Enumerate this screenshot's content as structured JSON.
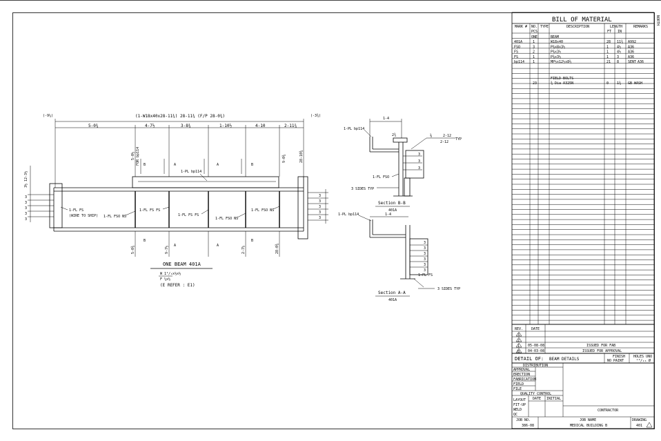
{
  "edge_mark": "NORTH",
  "beam": {
    "end_left": "(-9¼)",
    "end_right": "(-3¾)",
    "overall": "(1-W18x40x28-11¾)  28-11¾  (F/P 28-0¾)",
    "spacing": [
      "5-0¾",
      "4-7½",
      "3-8¾",
      "1-10½",
      "4-10",
      "2-11¾"
    ],
    "left_dims": "3½  12-3½",
    "top_plate": "1-PL bp114",
    "top_vert_dims": [
      "5-0½",
      "9-0¾",
      "28-10¾"
    ],
    "bottom_vert_dims": [
      "5-0¾",
      "9-7½",
      "2-7½",
      "28-0¾"
    ],
    "vert_for": "FOR bp114",
    "label_fs_ship": "1-FL FS",
    "label_wire": "(WIRE TO SHIP)",
    "label_fso_ns": "1-FL FSO NS",
    "label_fs_fs": "1-FL FS FS",
    "label_fso_fs": "1-FL FSO FS",
    "section_mark_a": "A",
    "section_mark_b": "B",
    "bolts_left": [
      "3",
      "3",
      "3",
      "3",
      "3"
    ],
    "bolts_right": [
      "3",
      "3",
      "3",
      "3",
      "3"
    ],
    "title": "ONE BEAM 401A",
    "sub1": "W 1²/₃x½x½",
    "sub2": "F ¼x½",
    "refer": "(E REFER : E1)"
  },
  "section_bb": {
    "title": "Section B-B",
    "mark": "401A",
    "plate": "1-PL bp114",
    "dim_top": "1-4",
    "dim_small": "2¾",
    "weld_a": "2-12",
    "weld_b": "2-12",
    "weld_typ": "TYP",
    "weld_size": "⅜",
    "fl": "1-FL FSO",
    "sides": "3 SIDES TYP",
    "bolts": [
      "3",
      "3",
      "3"
    ]
  },
  "section_aa": {
    "title": "Section A-A",
    "mark": "401A",
    "plate": "1-PL bp114",
    "dim_top": "1-4",
    "fl": "1-FL FS",
    "sides": "3 SIDES TYP",
    "bolts": [
      "3",
      "3",
      "3",
      "3",
      "3",
      "3"
    ]
  },
  "bom": {
    "title": "BILL OF MATERIAL",
    "col_headers": [
      "MARK #",
      "NO.",
      "TYPE",
      "DESCRIPTION",
      "LENGTH",
      "REMARKS"
    ],
    "subheaders": [
      "PCS",
      "FT",
      "IN"
    ],
    "subheader2": [
      "ONE",
      "BEAM"
    ],
    "rows": [
      [
        "401A",
        "1",
        "",
        "W18x40",
        "28",
        "11¾",
        "A992"
      ],
      [
        "FSO",
        "3",
        "",
        "P⅜x8x3½",
        "1",
        "4½",
        "A36"
      ],
      [
        "FS",
        "2",
        "",
        "P⅜x3½",
        "1",
        "4½",
        "A36"
      ],
      [
        "FS",
        "1",
        "",
        "P⅜x3½",
        "1",
        "3",
        "A36"
      ],
      [
        "bp114",
        "1",
        "",
        "MP½x12½x8⅔",
        "21",
        "8",
        "SENT",
        "A36"
      ]
    ],
    "field_label": "FIELD BOLTS",
    "field_row": [
      "",
      "23",
      "",
      "¾ Dia A325N",
      "0",
      "1¾",
      "GB WASH"
    ]
  },
  "revisions": {
    "headers": [
      "REV.",
      "DATE"
    ],
    "rows": [
      [
        "05-08-08",
        "ISSUED FOR FAB"
      ],
      [
        "04-03-08",
        "ISSUED FOR APPROVAL"
      ]
    ]
  },
  "detail_of_label": "DETAIL OF:",
  "detail_of_value": "BEAM DETAILS",
  "finish_label": "FINISH",
  "finish_value": "NO PAINT",
  "holes_label": "HOLES UNO",
  "holes_value": "¹³/₁₆ Ø",
  "distribution_title": "DISTRIBUTION",
  "distribution": [
    "APPROVAL",
    "ERECTION",
    "FABRICATION",
    "FIELD",
    "FILE"
  ],
  "qc_title": "QUALITY CONTROL",
  "qc_headers": [
    "DATE",
    "INITIAL"
  ],
  "qc_rows": [
    "LAYOUT",
    "FIT-UP",
    "WELD",
    "QC"
  ],
  "contractor": "CONTRACTOR",
  "job_no_label": "JOB NO.",
  "job_no": "386-08",
  "job_name_label": "JOB NAME",
  "job_name": "MEDICAL BUILDING B",
  "drawing_label": "DRAWING",
  "drawing_no": "401",
  "rev_marks": [
    "0",
    "1",
    "2",
    "3"
  ]
}
